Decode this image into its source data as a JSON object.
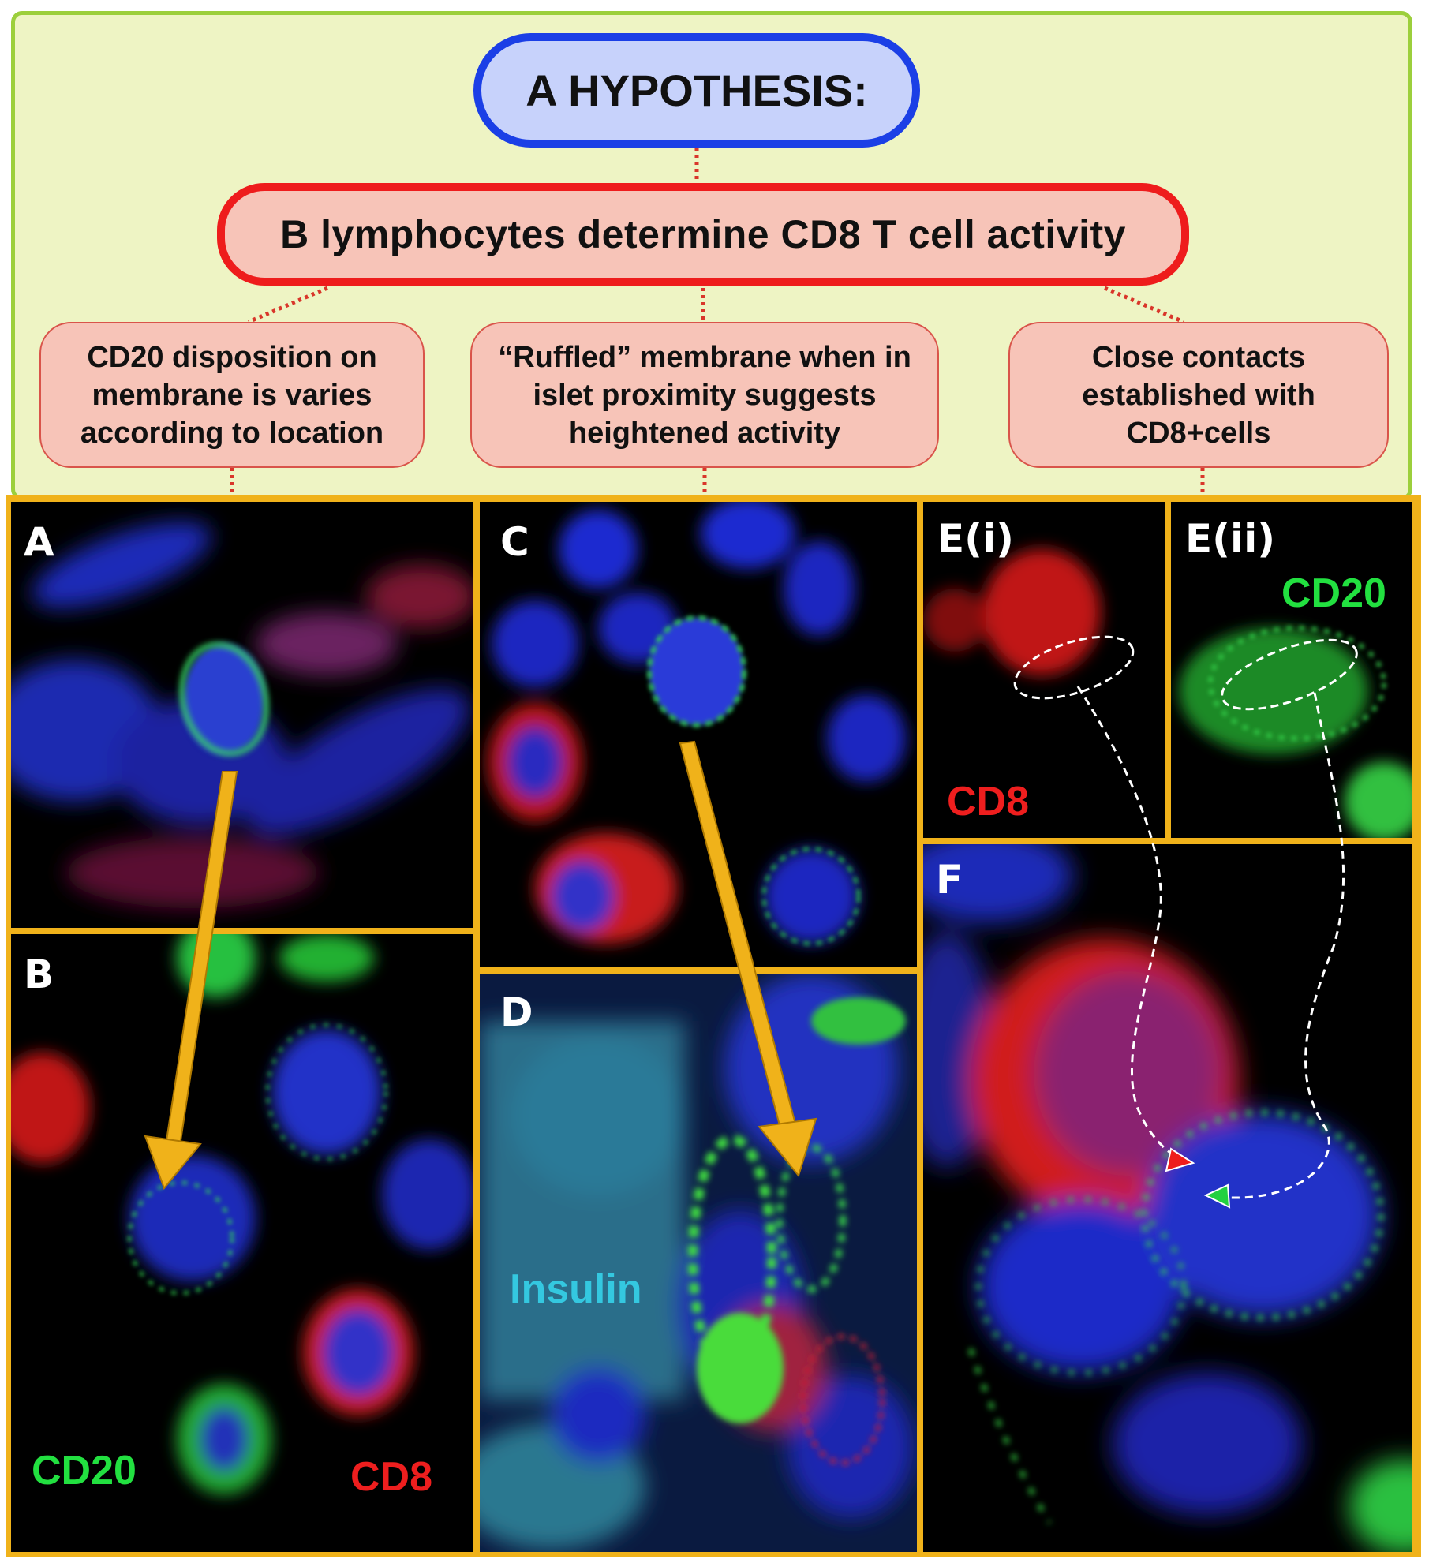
{
  "hypothesis": {
    "title": "A HYPOTHESIS:",
    "statement": "B lymphocytes determine CD8 T cell activity",
    "points": [
      "CD20 disposition on membrane is varies according to location",
      "“Ruffled” membrane when in islet proximity suggests heightened activity",
      "Close contacts established with CD8+cells"
    ]
  },
  "panels": {
    "a": {
      "label": "A"
    },
    "b": {
      "label": "B",
      "marker_green": "CD20",
      "marker_red": "CD8"
    },
    "c": {
      "label": "C"
    },
    "d": {
      "label": "D",
      "marker_cyan": "Insulin"
    },
    "ei": {
      "label": "E(i)",
      "marker_red": "CD8"
    },
    "eii": {
      "label": "E(ii)",
      "marker_green": "CD20"
    },
    "f": {
      "label": "F"
    }
  },
  "colors": {
    "panel_border": "#f0b21a",
    "hypothesis_border": "#1b3fe6",
    "statement_border": "#ee1c1c",
    "top_background": "#eef4c4",
    "top_border": "#9ccf3c",
    "box_fill": "#f7c4b8",
    "arrow": "#f0b21a",
    "cd20_green": "#22e040",
    "cd8_red": "#ee1e1e",
    "insulin_cyan": "#34c8e0",
    "nuclei_blue": "#1e2ad0"
  }
}
